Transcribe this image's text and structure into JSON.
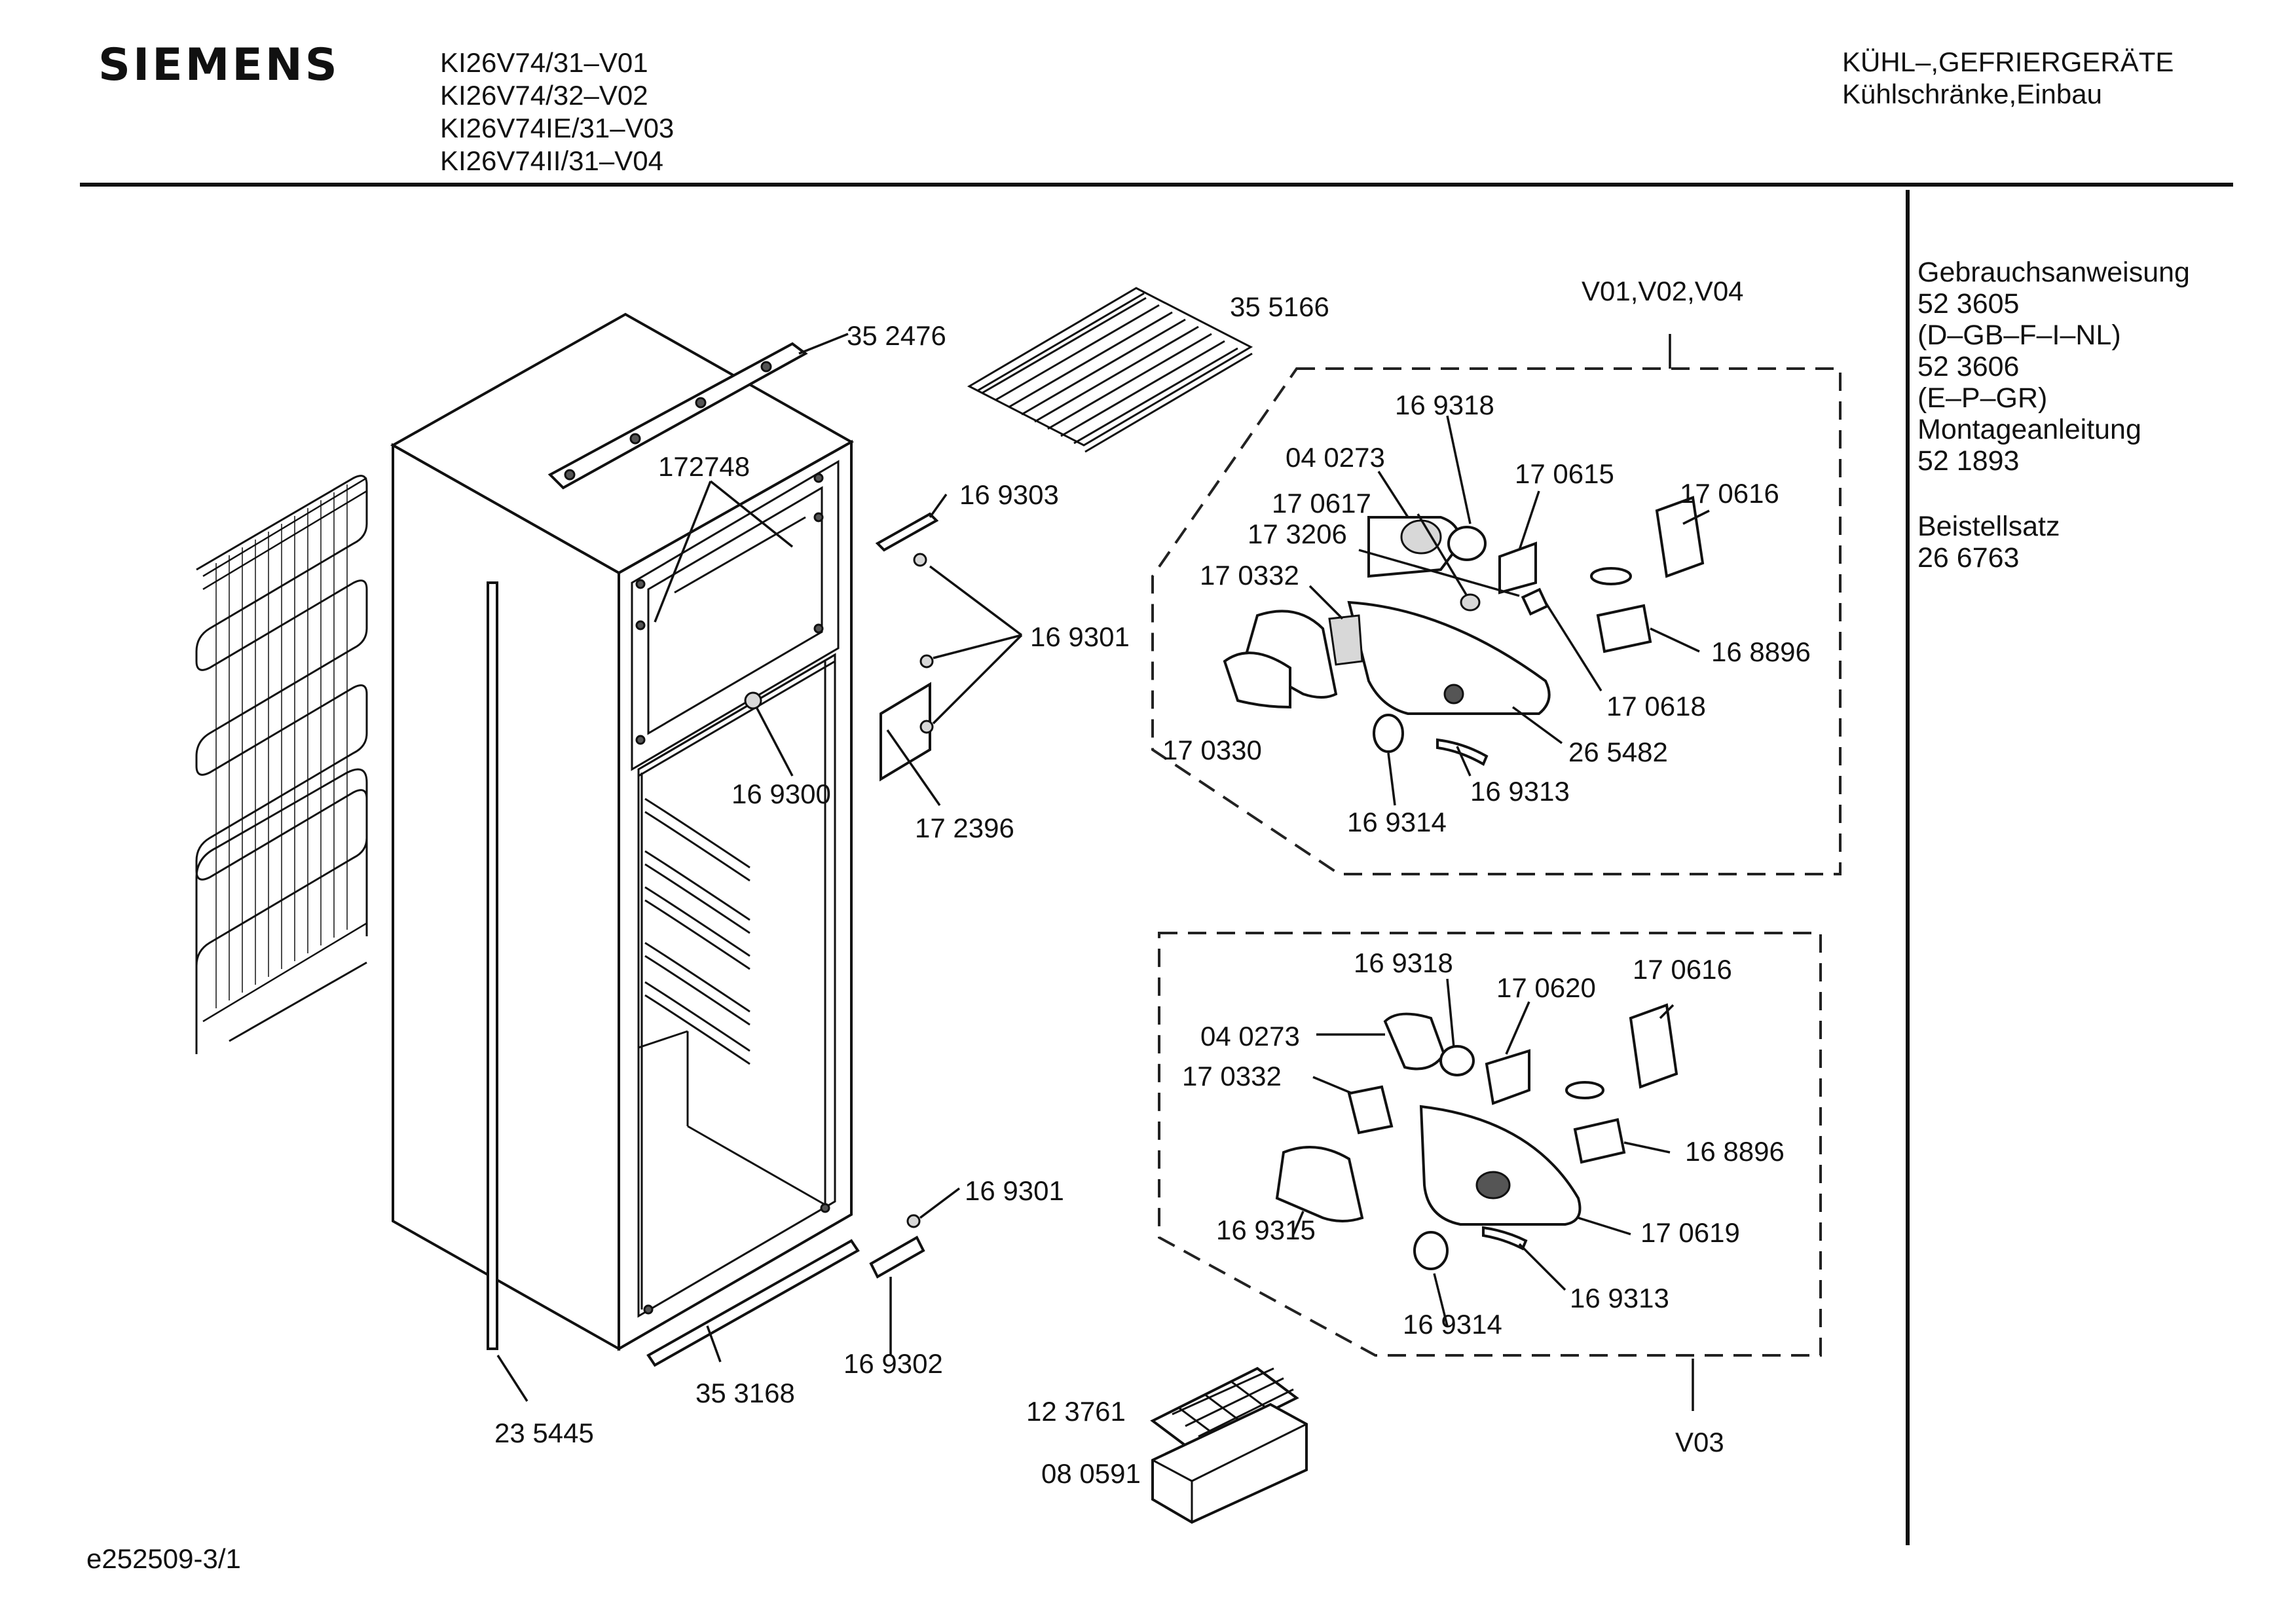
{
  "header": {
    "brand": "SIEMENS",
    "models": [
      "KI26V74/31–V01",
      "KI26V74/32–V02",
      "KI26V74IE/31–V03",
      "KI26V74II/31–V04"
    ],
    "category_line1": "KÜHL–,GEFRIERGERÄTE",
    "category_line2": "Kühlschränke,Einbau"
  },
  "sidebar": {
    "lines": [
      "Gebrauchsanweisung",
      "52 3605",
      "(D–GB–F–I–NL)",
      "52 3606",
      "(E–P–GR)",
      "Montageanleitung",
      "52 1893",
      "",
      "Beistellsatz",
      "26 6763"
    ]
  },
  "groups": {
    "upper_variant": "V01,V02,V04",
    "lower_variant": "V03"
  },
  "parts": {
    "p352476": "35 2476",
    "p355166": "35 5166",
    "p172748": "172748",
    "p169303": "16 9303",
    "p169301a": "16 9301",
    "p169300": "16 9300",
    "p172396": "17 2396",
    "p169301b": "16 9301",
    "p169302": "16 9302",
    "p353168": "35 3168",
    "p235445": "23 5445",
    "p123761": "12 3761",
    "p080591": "08 0591",
    "u169318": "16 9318",
    "u040273": "04 0273",
    "u170615": "17 0615",
    "u170616": "17 0616",
    "u170617": "17 0617",
    "u173206": "17 3206",
    "u170332": "17 0332",
    "u168896": "16 8896",
    "u170618": "17 0618",
    "u265482": "26 5482",
    "u170330": "17 0330",
    "u169313": "16 9313",
    "u169314": "16 9314",
    "l169318": "16 9318",
    "l170620": "17 0620",
    "l170616": "17 0616",
    "l040273": "04 0273",
    "l170332": "17 0332",
    "l168896": "16 8896",
    "l170619": "17 0619",
    "l169315": "16 9315",
    "l169313": "16 9313",
    "l169314": "16 9314"
  },
  "footer": {
    "drawing_id": "e252509-3/1"
  }
}
